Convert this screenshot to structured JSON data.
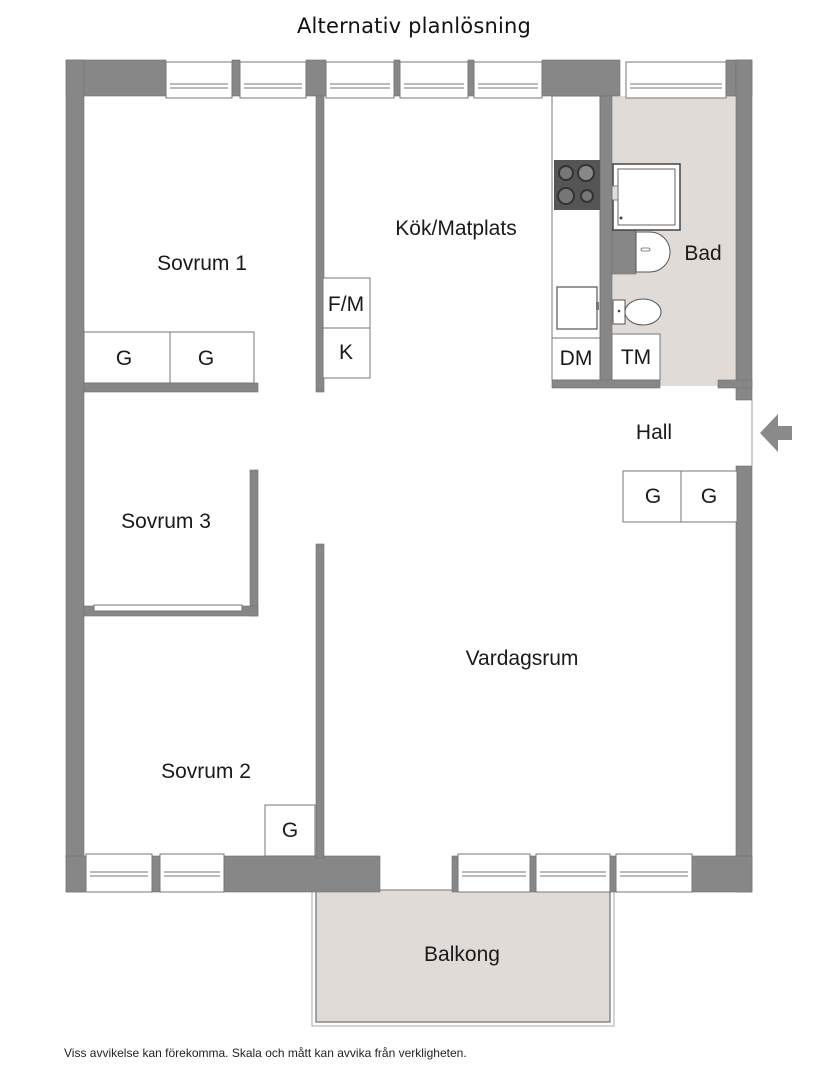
{
  "title": "Alternativ planlösning",
  "rooms": {
    "sovrum1": "Sovrum 1",
    "sovrum2": "Sovrum 2",
    "sovrum3": "Sovrum 3",
    "kok": "Kök/Matplats",
    "bad": "Bad",
    "hall": "Hall",
    "vardagsrum": "Vardagsrum",
    "balkong": "Balkong"
  },
  "fixtures": {
    "garderob": "G",
    "frys_mikro": "F/M",
    "kyl": "K",
    "diskmaskin": "DM",
    "tvattmaskin": "TM"
  },
  "icons": {
    "entrance": "entrance-arrow-icon",
    "stove": "stove-icon",
    "shower": "shower-icon",
    "sink": "sink-icon",
    "toilet": "toilet-icon"
  },
  "colors": {
    "wall": "#878787",
    "wet_area": "#e0dbd7",
    "balcony": "#e0dbd7",
    "stove": "#555555",
    "text": "#1a1a1a"
  },
  "disclaimer": "Viss avvikelse kan förekomma. Skala och mått kan avvika från verkligheten."
}
